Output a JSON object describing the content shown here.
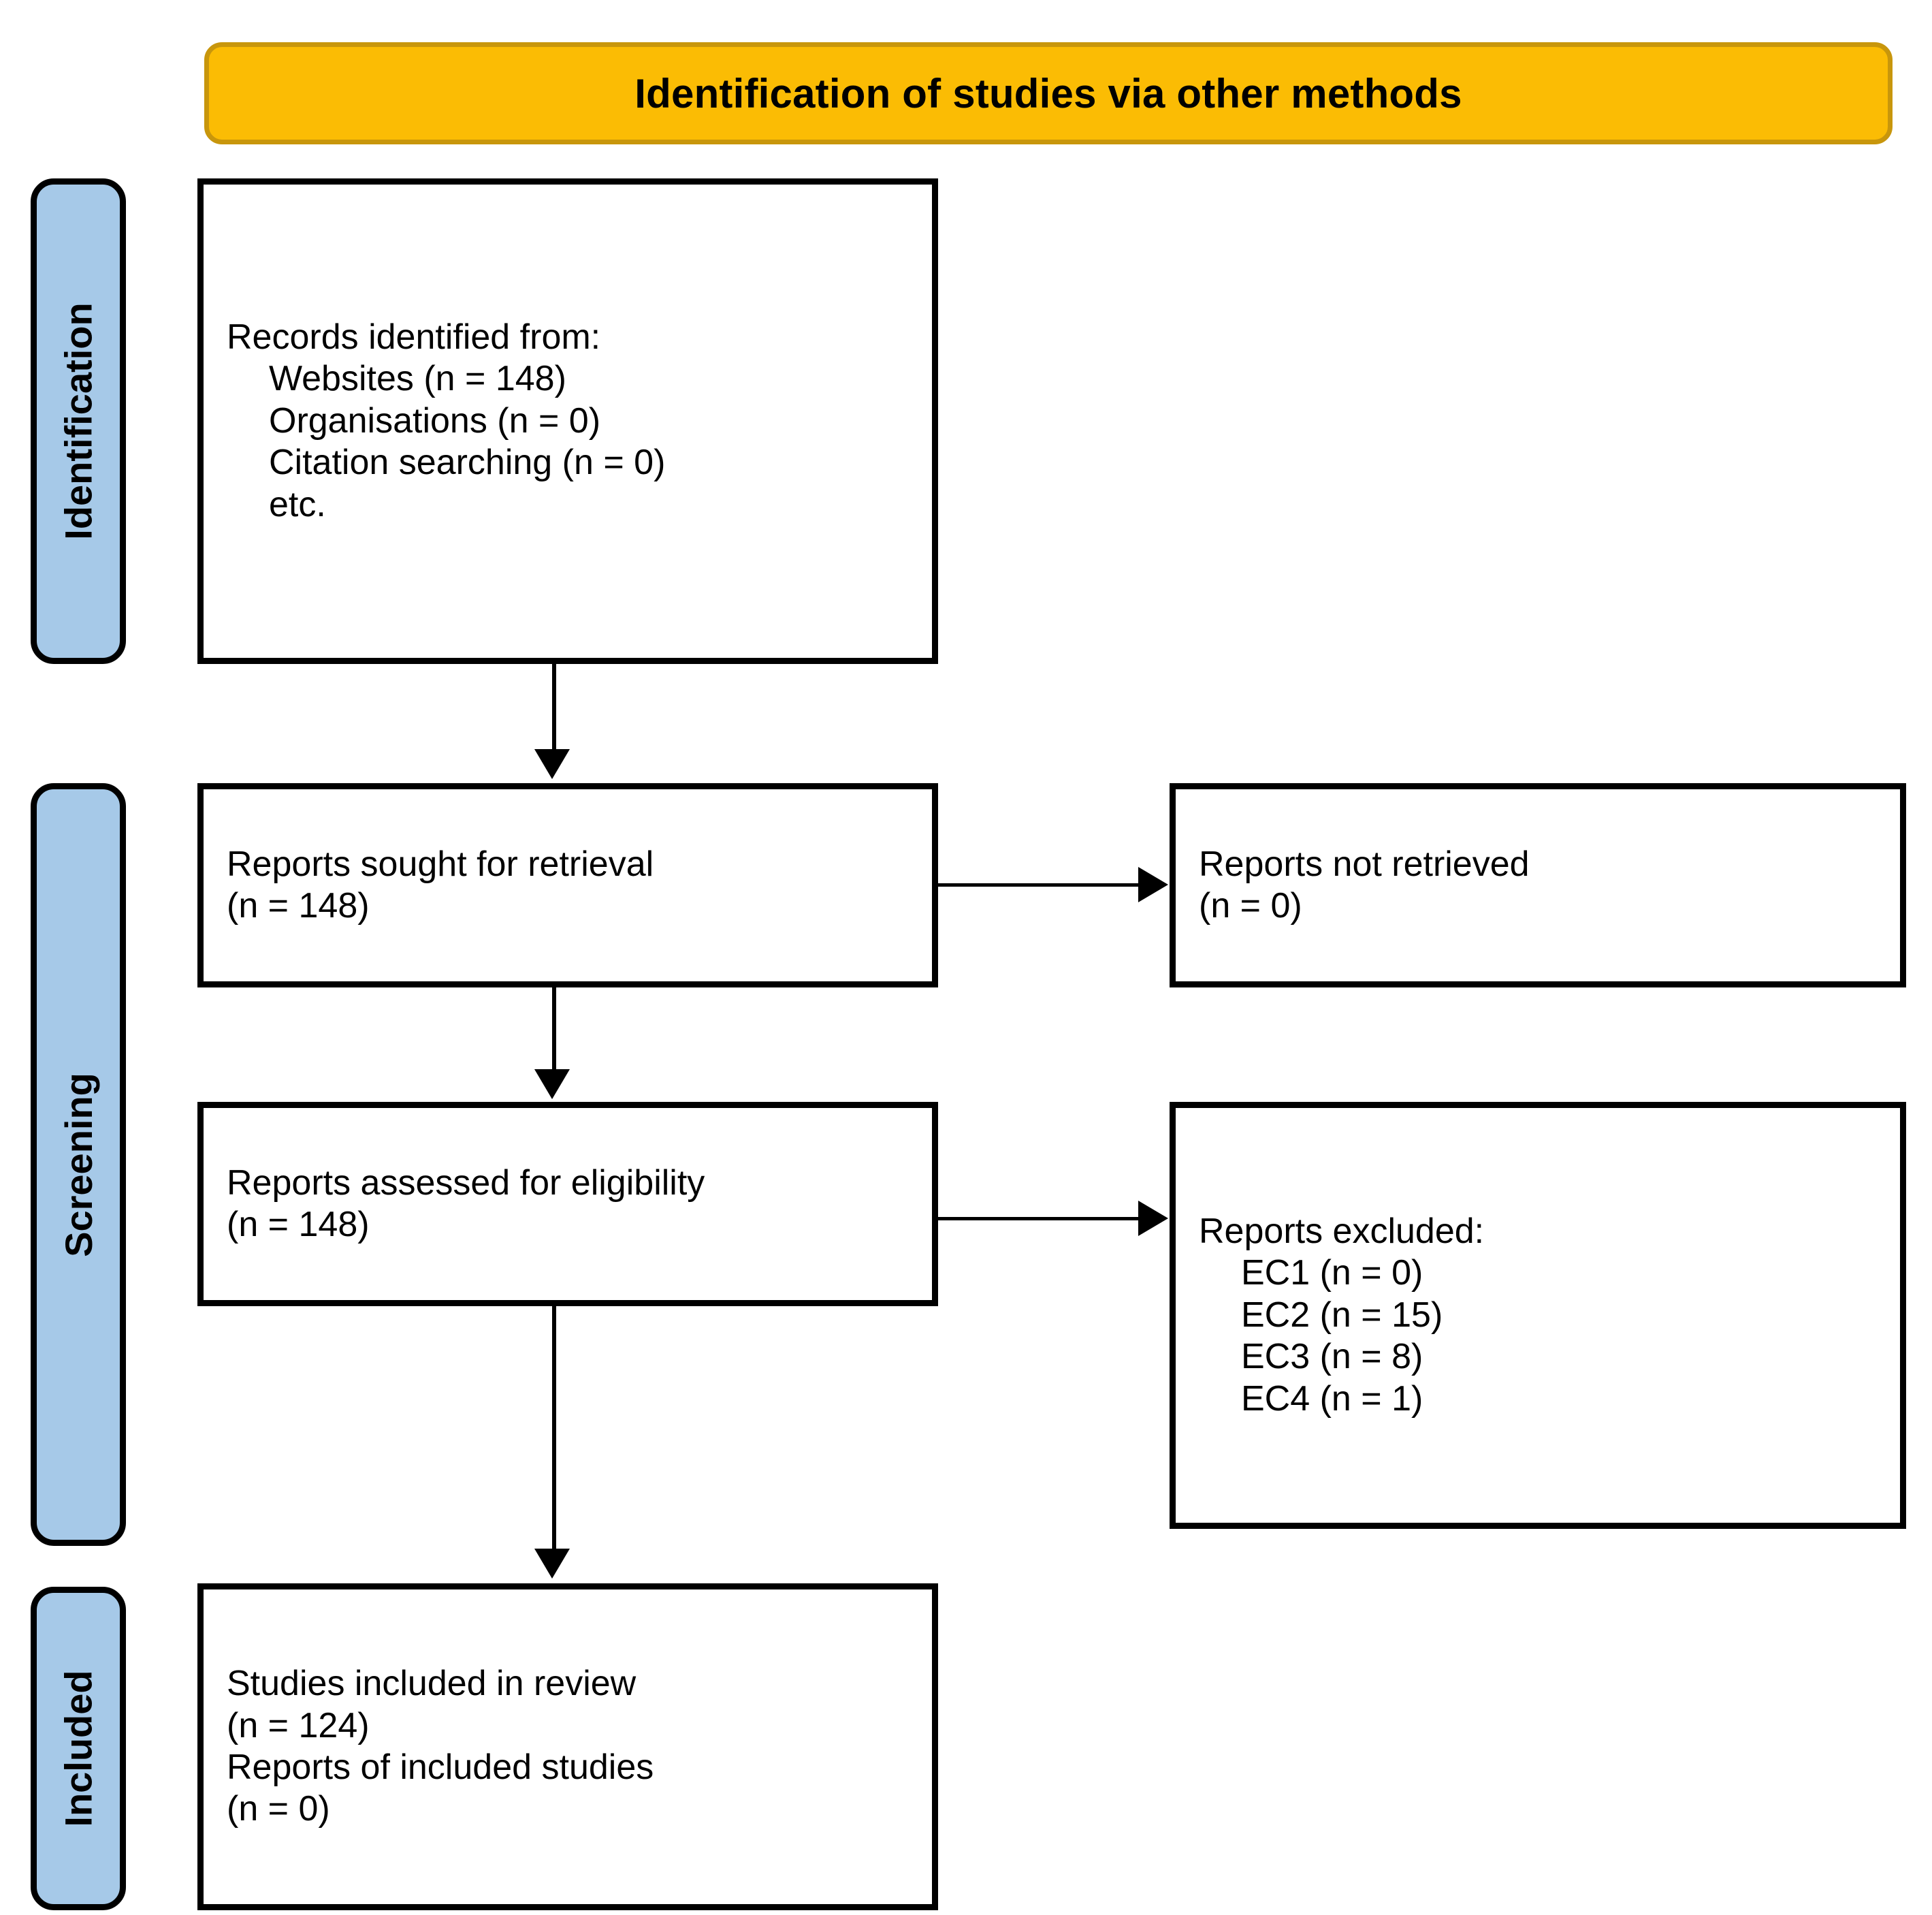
{
  "banner": {
    "title": "Identification of studies via other methods",
    "fill_color": "#FBBC04",
    "border_color": "#C8960C"
  },
  "phases": {
    "fill_color": "#A6C9E8",
    "identification": "Identification",
    "screening": "Screening",
    "included": "Included"
  },
  "boxes": {
    "records_identified": {
      "heading": "Records identified from:",
      "items": [
        "Websites (n = 148)",
        "Organisations (n = 0)",
        "Citation searching (n = 0)",
        "etc."
      ]
    },
    "reports_sought": {
      "line1": "Reports sought for retrieval",
      "line2": "(n = 148)"
    },
    "reports_not_retrieved": {
      "line1": "Reports not retrieved",
      "line2": "(n = 0)"
    },
    "reports_assessed": {
      "line1": "Reports assessed for eligibility",
      "line2": "(n = 148)"
    },
    "reports_excluded": {
      "heading": "Reports excluded:",
      "items": [
        "EC1 (n = 0)",
        "EC2 (n = 15)",
        "EC3 (n = 8)",
        "EC4 (n = 1)"
      ]
    },
    "studies_included": {
      "line1": "Studies included in review",
      "line2": "(n = 124)",
      "line3": "Reports of included studies",
      "line4": "(n = 0)"
    }
  }
}
